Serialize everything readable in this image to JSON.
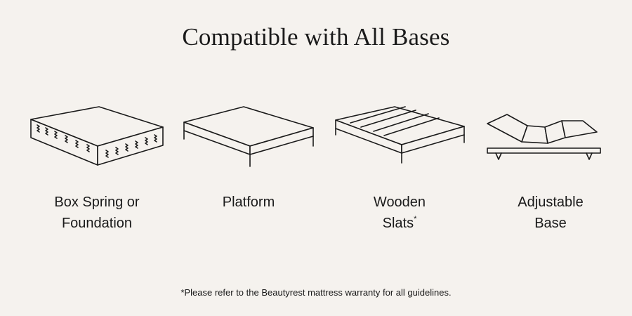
{
  "title": "Compatible with All Bases",
  "bases": [
    {
      "icon": "box-spring-icon",
      "line1": "Box Spring or",
      "line2": "Foundation"
    },
    {
      "icon": "platform-icon",
      "line1": "Platform",
      "line2": ""
    },
    {
      "icon": "wooden-slats-icon",
      "line1": "Wooden",
      "line2": "Slats",
      "footnote_mark": "*"
    },
    {
      "icon": "adjustable-base-icon",
      "line1": "Adjustable",
      "line2": "Base"
    }
  ],
  "footnote": "*Please refer to the Beautyrest mattress warranty for all guidelines."
}
